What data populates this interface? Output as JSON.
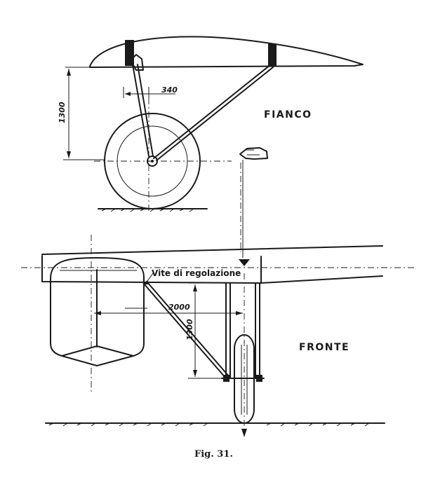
{
  "labels": {
    "side_view": "FIANCO",
    "front_view": "FRONTE",
    "adjust_screw": "Vite di regolazione",
    "caption": "Fig. 31."
  },
  "dimensions": {
    "height_side": "1300",
    "offset": "340",
    "width_front": "2000",
    "height_front": "1300"
  }
}
